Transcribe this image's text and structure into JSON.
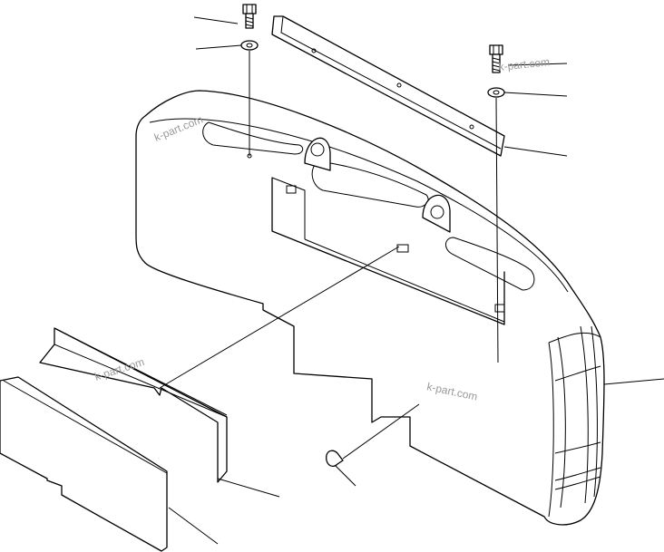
{
  "diagram": {
    "watermark": "k-part.com",
    "colors": {
      "line": "#000000",
      "background": "#ffffff",
      "watermark": "#9a9a9a"
    },
    "parts": [
      "bolt-left",
      "washer-left",
      "bracket-plate",
      "bolt-right",
      "washer-right",
      "counterweight",
      "cover-panel-upper",
      "cover-panel-lower",
      "wire-connector"
    ]
  }
}
